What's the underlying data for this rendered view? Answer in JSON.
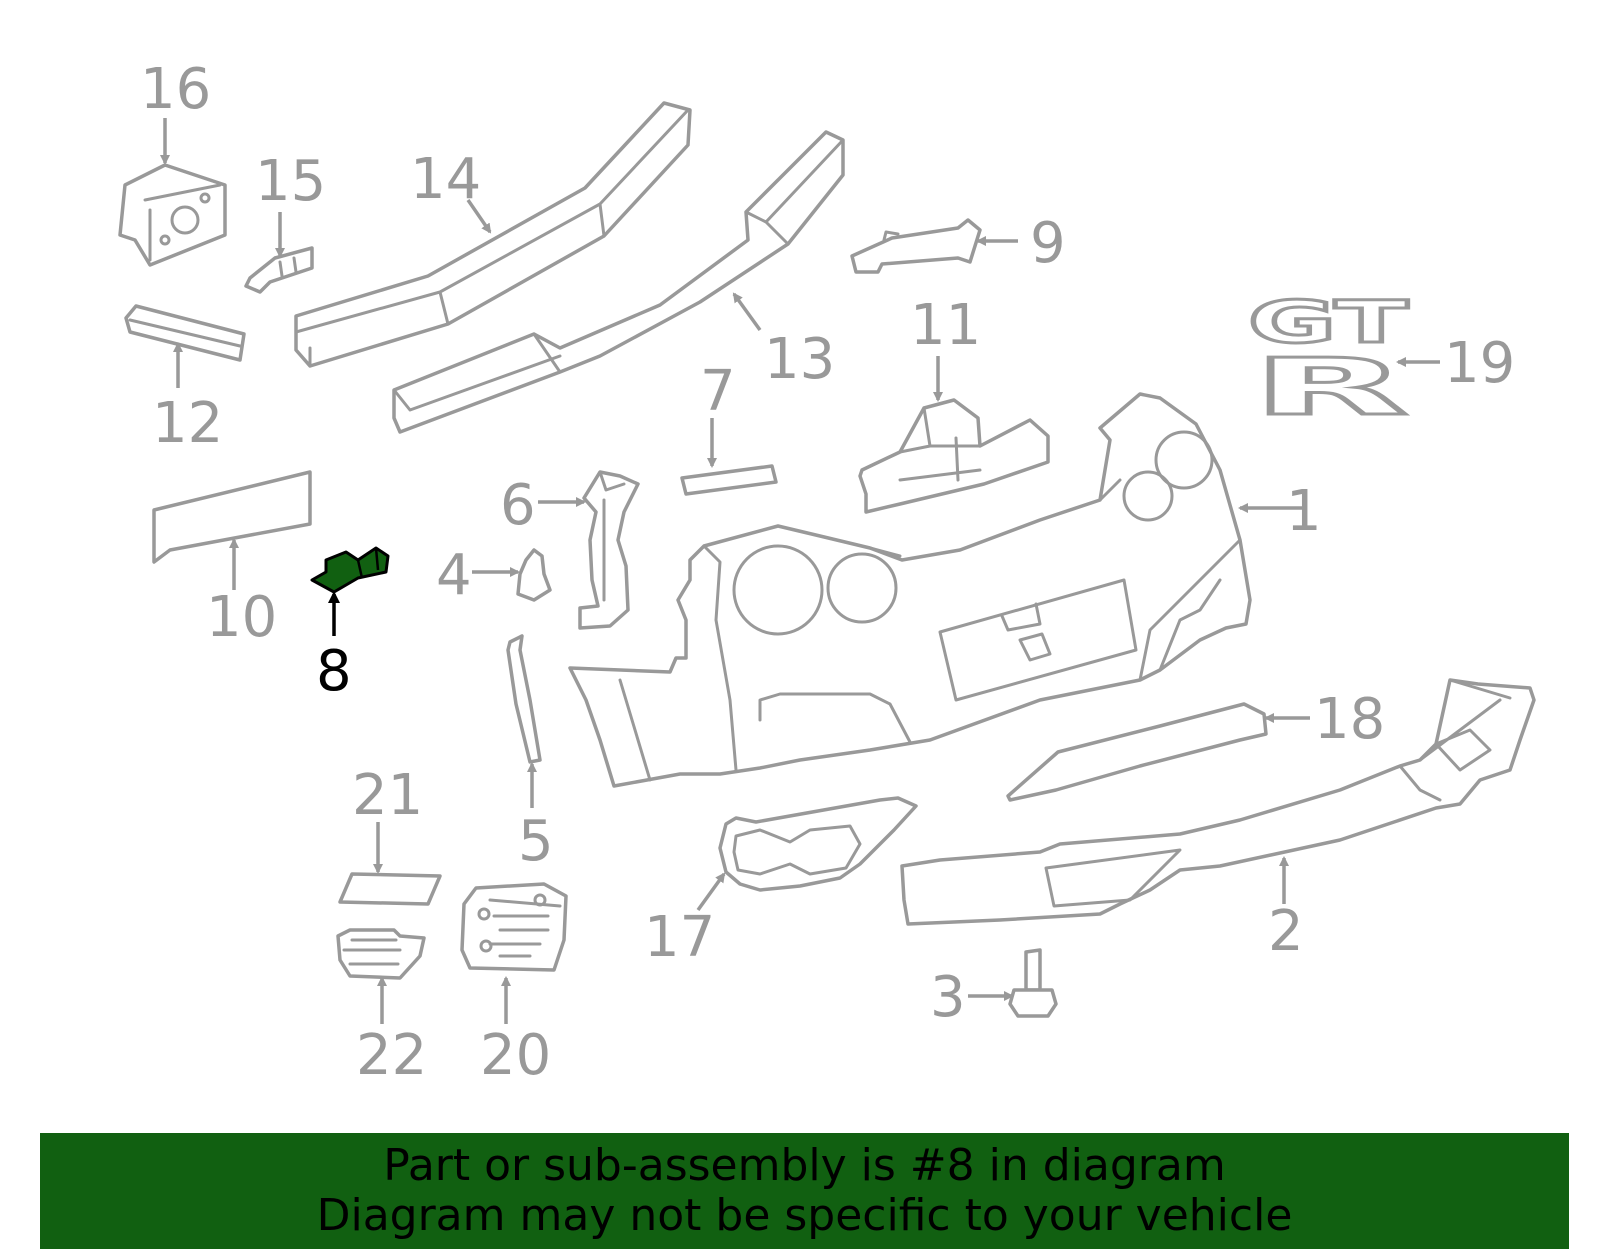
{
  "diagram": {
    "highlight_color": "#116011",
    "selected_part": "8",
    "labels": [
      "1",
      "2",
      "3",
      "4",
      "5",
      "6",
      "7",
      "8",
      "9",
      "10",
      "11",
      "12",
      "13",
      "14",
      "15",
      "16",
      "17",
      "18",
      "19",
      "20",
      "21",
      "22"
    ],
    "emblem_text": {
      "line1": "GT",
      "line2": "R"
    }
  },
  "banner": {
    "line1": "Part or sub-assembly is #8 in diagram",
    "line2": "Diagram may not be specific to your vehicle",
    "background": "#116011"
  }
}
